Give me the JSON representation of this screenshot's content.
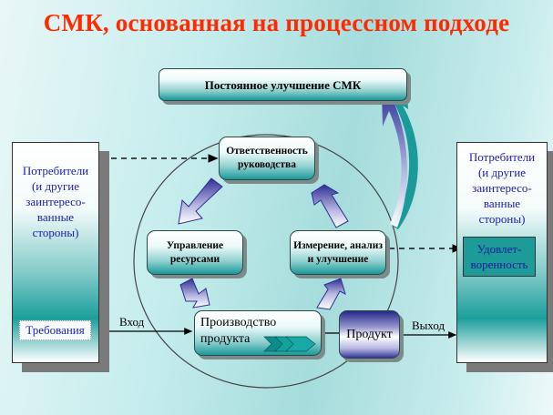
{
  "title": "СМК, основанная на процессном подходе",
  "colors": {
    "title": "#ff2a00",
    "teal": "#1a9a98",
    "indigo": "#2e2e96",
    "stakeholder_text": "#2020b0"
  },
  "boxes": {
    "improvement": "Постоянное улучшение СМК",
    "responsibility": [
      "Ответственность",
      "руководства"
    ],
    "resources": [
      "Управление",
      "ресурсами"
    ],
    "measurement": [
      "Измерение, анализ",
      "и улучшение"
    ],
    "production": [
      "Производство",
      "продукта"
    ],
    "product": "Продукт"
  },
  "left_panel": {
    "lines": [
      "Потребители",
      "(и другие",
      "заинтересо-",
      "ванные",
      "стороны)"
    ],
    "requirements": "Требования"
  },
  "right_panel": {
    "lines": [
      "Потребители",
      "(и другие",
      "заинтересо-",
      "ванные",
      "стороны)"
    ],
    "satisfaction": [
      "Удовлет-",
      "воренность"
    ]
  },
  "flow_labels": {
    "input": "Вход",
    "output": "Выход"
  },
  "icons": [
    "chevron-arrows-icon",
    "cycle-arrow-icon",
    "improvement-curved-arrow-icon"
  ]
}
